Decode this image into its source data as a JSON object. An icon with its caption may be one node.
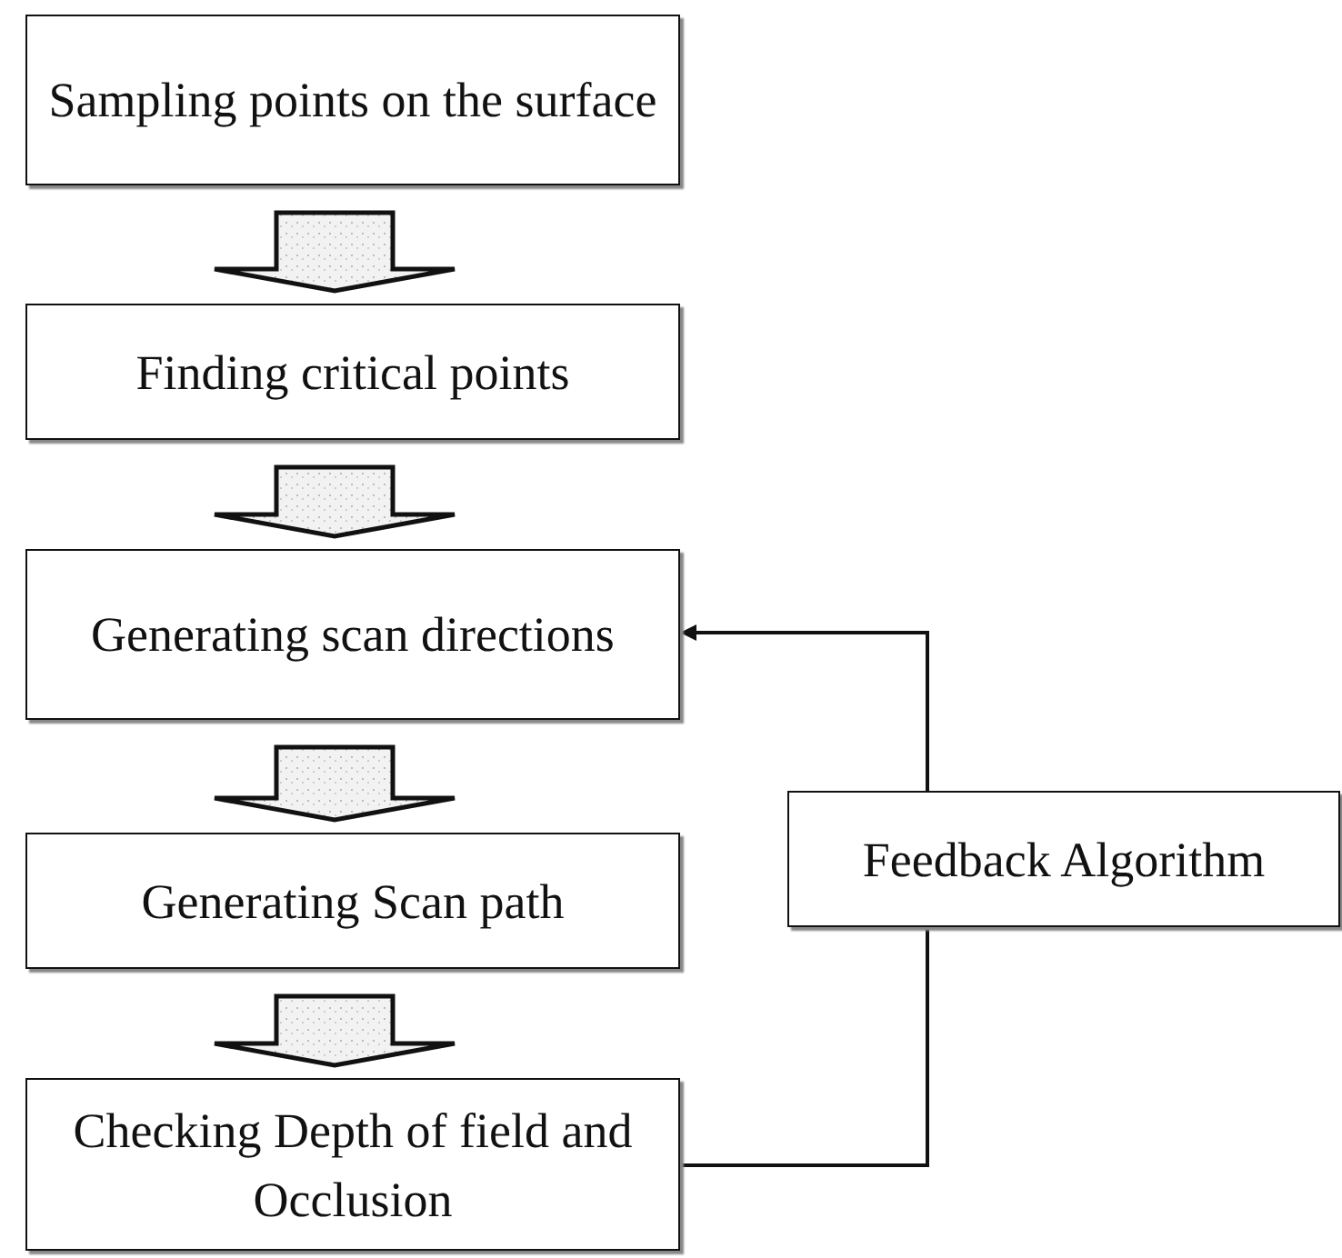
{
  "diagram": {
    "nodes": [
      {
        "text": [
          "Sampling points on the surface"
        ]
      },
      {
        "text": [
          "Finding critical points"
        ]
      },
      {
        "text": [
          "Generating scan directions"
        ]
      },
      {
        "text": [
          "Generating Scan path"
        ]
      },
      {
        "text": [
          "Checking Depth of field and Occlusion"
        ]
      },
      {
        "text": [
          "Feedback Algorithm"
        ]
      }
    ],
    "edges": [
      {
        "from": 0,
        "to": 1,
        "arrow": "to",
        "style": "thick"
      },
      {
        "from": 1,
        "to": 2,
        "arrow": "to",
        "style": "thick"
      },
      {
        "from": 2,
        "to": 3,
        "arrow": "to",
        "style": "thick"
      },
      {
        "from": 3,
        "to": 4,
        "arrow": "to",
        "style": "thick"
      },
      {
        "from": 4,
        "to": 5,
        "arrow": "none"
      },
      {
        "from": 5,
        "to": 2,
        "arrow": "to"
      }
    ]
  }
}
